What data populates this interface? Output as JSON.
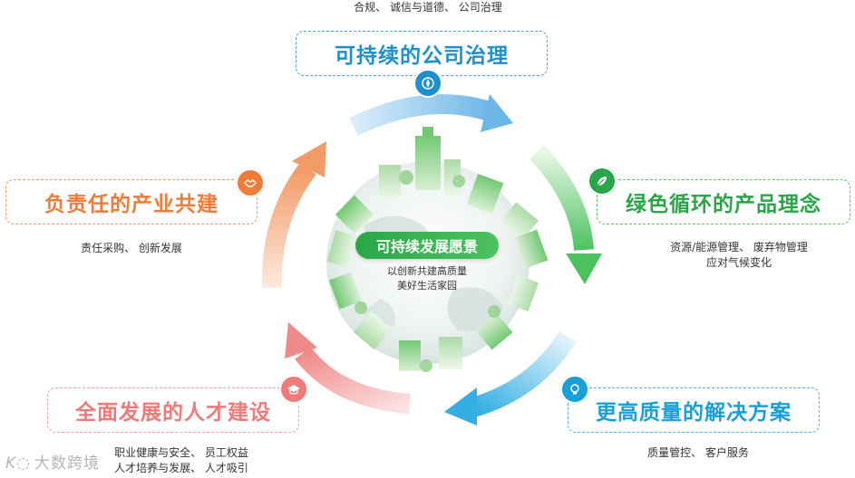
{
  "top": {
    "subtitle": "合规、 诚信与道德、 公司治理",
    "title": "可持续的公司治理",
    "icon": "compass-icon",
    "color": "#1f8fd0"
  },
  "right_top": {
    "title": "绿色循环的产品理念",
    "subtitle_line1": "资源/能源管理、 废弃物管理",
    "subtitle_line2": "应对气候变化",
    "icon": "leaf-icon",
    "color": "#2aa649"
  },
  "right_bottom": {
    "title": "更高质量的解决方案",
    "subtitle": "质量管控、 客户服务",
    "icon": "lightbulb-icon",
    "color": "#1aa0d8"
  },
  "left_bottom": {
    "title": "全面发展的人才建设",
    "subtitle_line1": "职业健康与安全、 员工权益",
    "subtitle_line2": "人才培养与发展、 人才吸引",
    "icon": "graduation-cap-icon",
    "color": "#f07a7a"
  },
  "left_top": {
    "title": "负责任的产业共建",
    "subtitle": "责任采购、 创新发展",
    "icon": "handshake-icon",
    "color": "#ef7d3a"
  },
  "center": {
    "title": "可持续发展愿景",
    "subtitle_line1": "以创新共建高质量",
    "subtitle_line2": "美好生活家园"
  },
  "watermark": {
    "text": "大数跨境"
  }
}
